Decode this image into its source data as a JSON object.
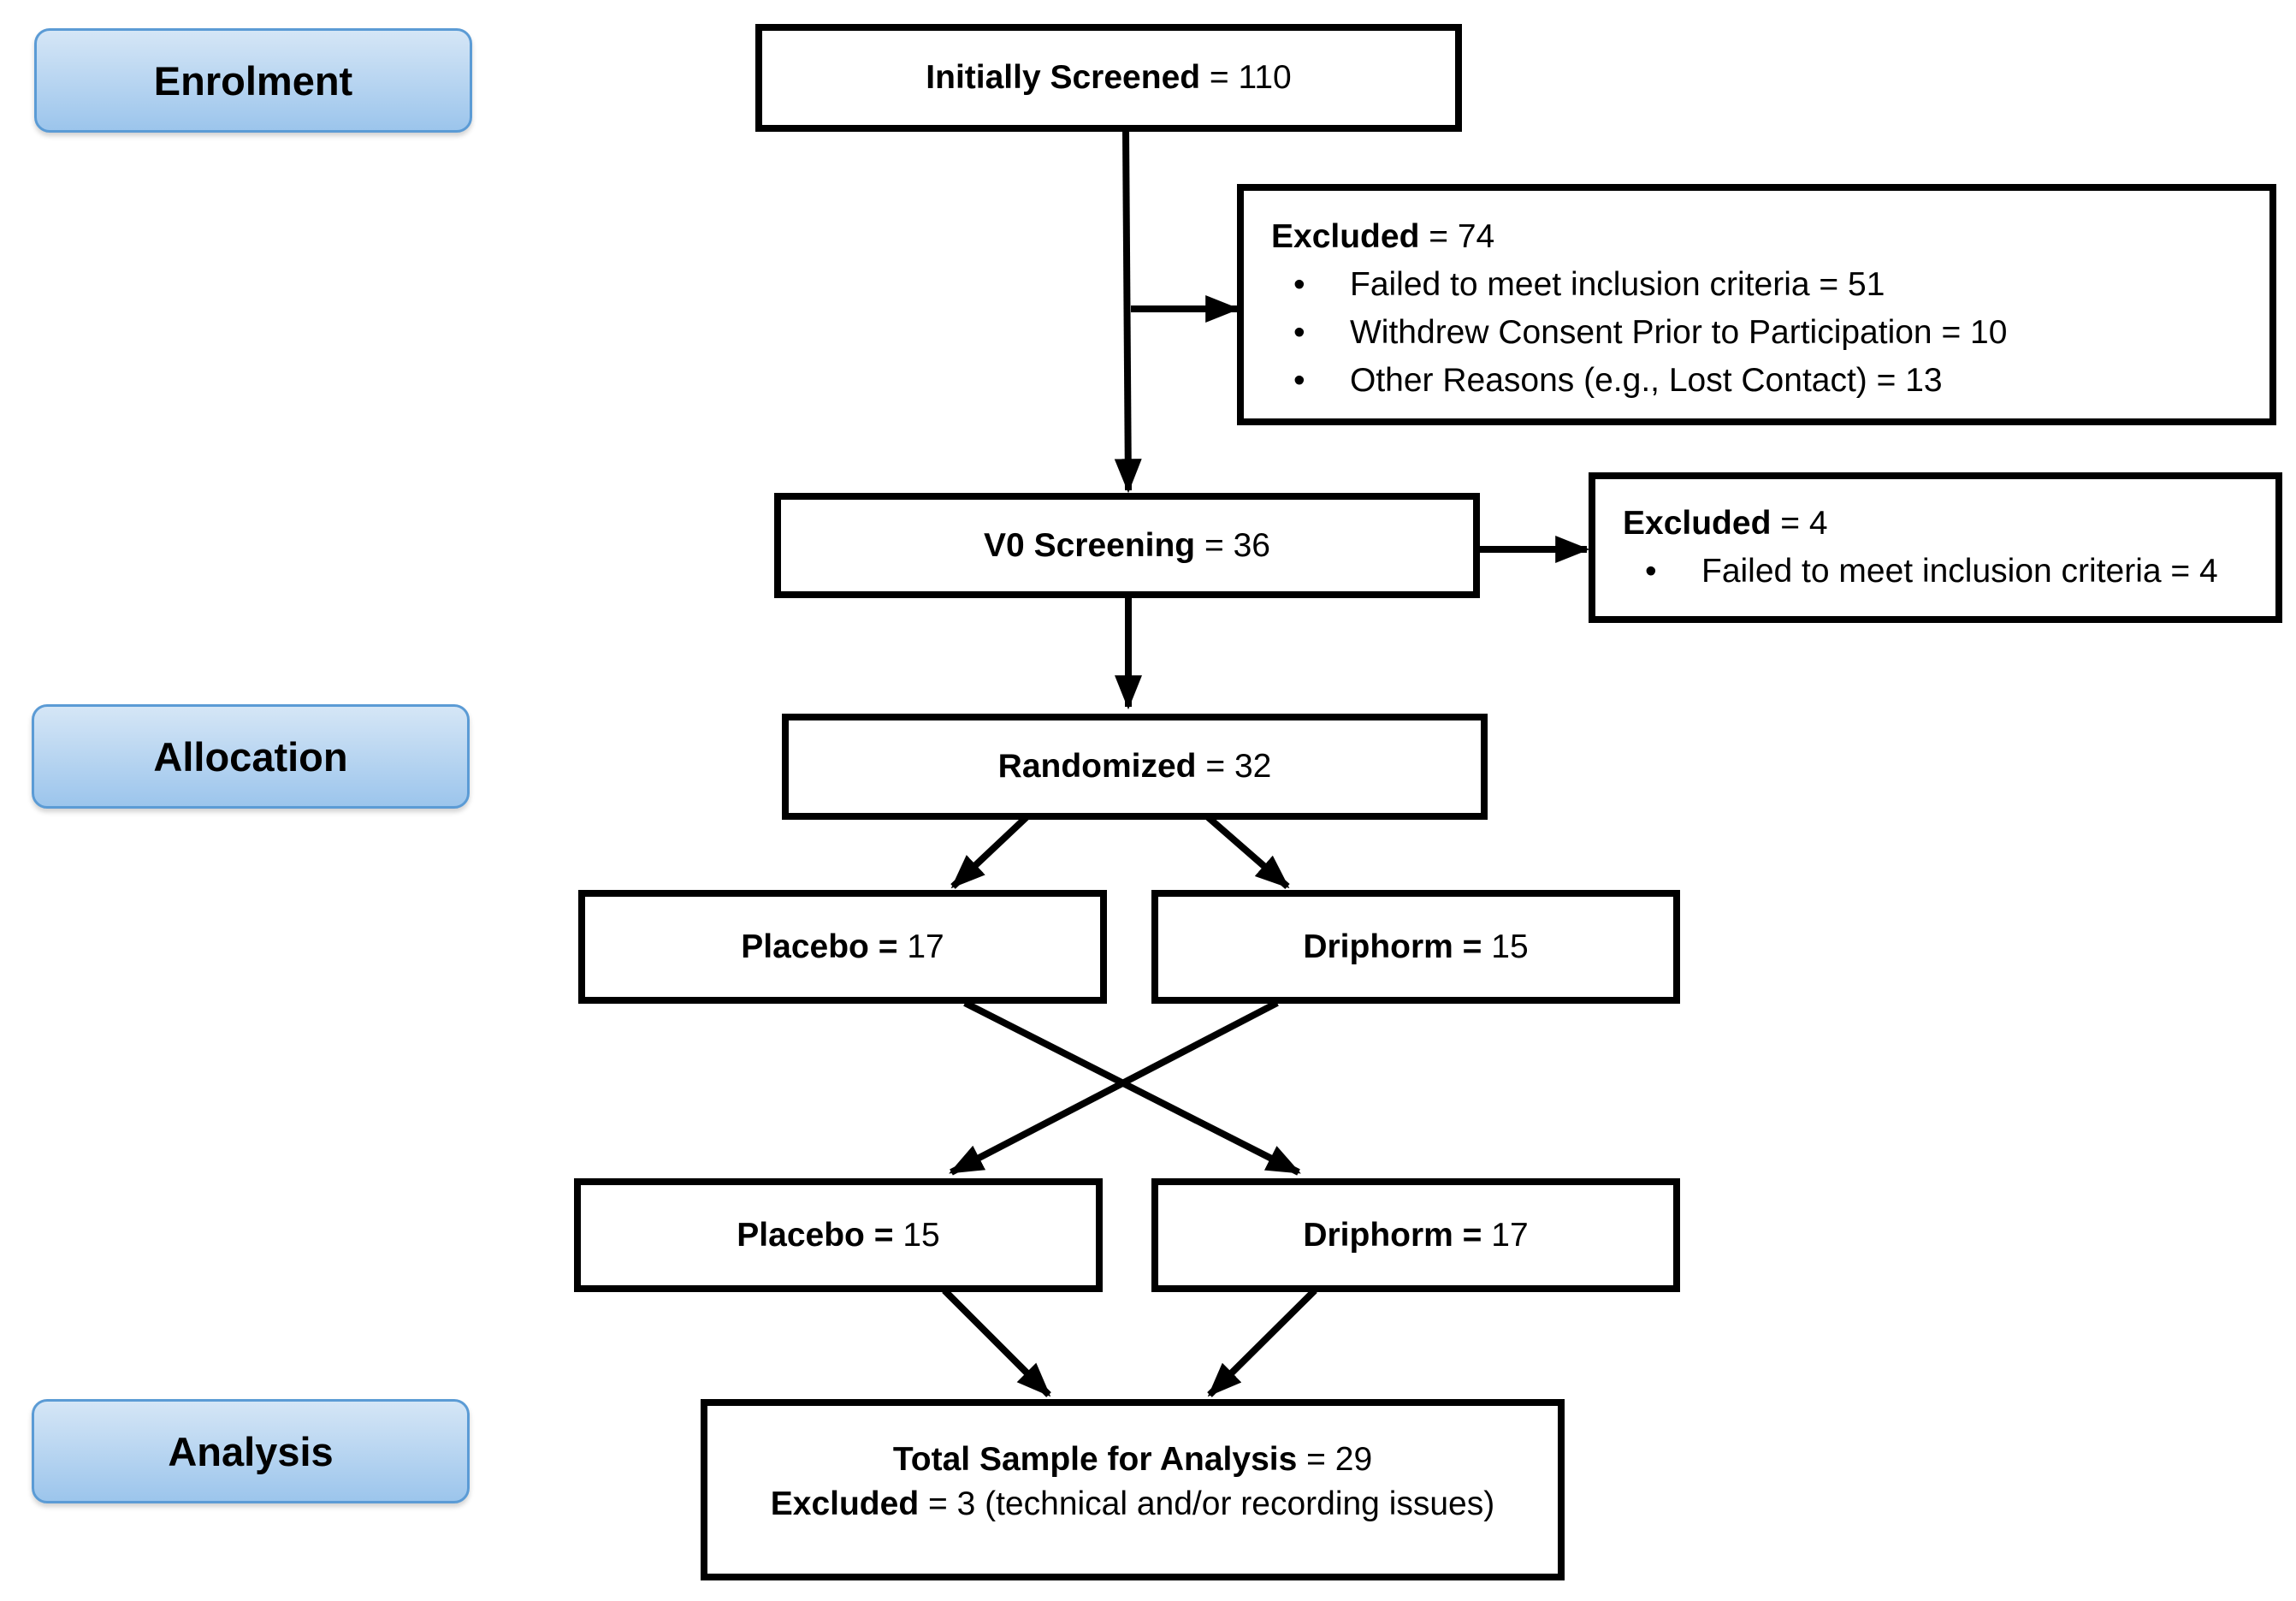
{
  "stages": {
    "enrolment": "Enrolment",
    "allocation": "Allocation",
    "analysis": "Analysis"
  },
  "boxes": {
    "initially_screened": {
      "label": "Initially Screened",
      "value": " = 110"
    },
    "excluded_1": {
      "label": "Excluded",
      "value": " = 74",
      "items": [
        "Failed to meet inclusion criteria = 51",
        "Withdrew Consent Prior to Participation = 10",
        "Other Reasons (e.g., Lost Contact) = 13"
      ]
    },
    "v0_screening": {
      "label": "V0 Screening",
      "value": " = 36"
    },
    "excluded_2": {
      "label": "Excluded",
      "value": " = 4",
      "items": [
        "Failed to meet inclusion criteria = 4"
      ]
    },
    "randomized": {
      "label": "Randomized",
      "value": " = 32"
    },
    "placebo_1": {
      "label": "Placebo = ",
      "value": "17"
    },
    "driphorm_1": {
      "label": "Driphorm = ",
      "value": "15"
    },
    "placebo_2": {
      "label": "Placebo = ",
      "value": "15"
    },
    "driphorm_2": {
      "label": "Driphorm = ",
      "value": "17"
    },
    "analysis": {
      "line1_label": "Total Sample for Analysis",
      "line1_value": " = 29",
      "line2_label": "Excluded",
      "line2_value": " = 3 (technical and/or recording issues)"
    }
  },
  "colors": {
    "stage_fill_top": "#d5e6f6",
    "stage_fill_bottom": "#9cc5ec",
    "stage_border": "#5b9bd5",
    "box_border": "#000000"
  }
}
